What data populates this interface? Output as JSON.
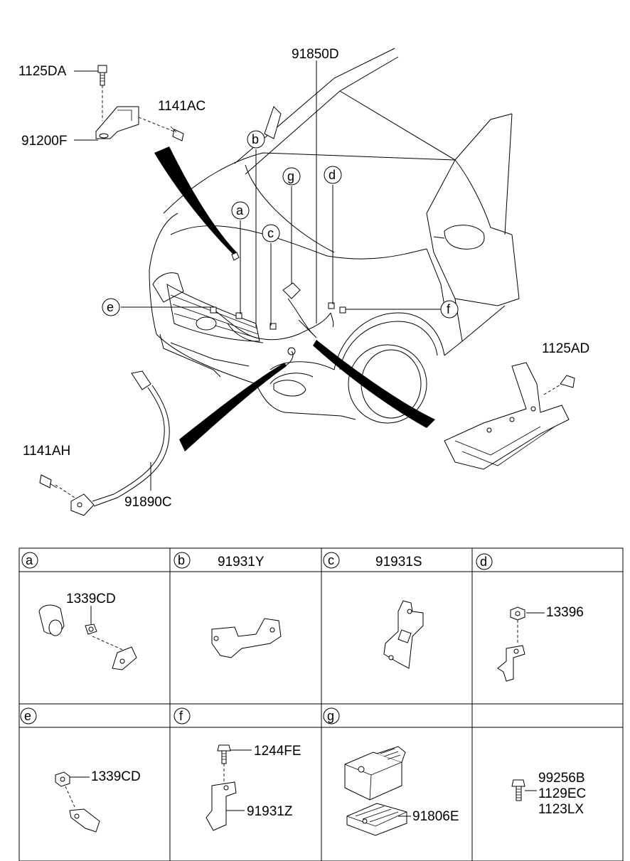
{
  "main_labels": {
    "p1125DA": "1125DA",
    "p1141AC": "1141AC",
    "p91200F": "91200F",
    "p91850D": "91850D",
    "p1125AD": "1125AD",
    "p1141AH": "1141AH",
    "p91890C": "91890C"
  },
  "callouts": [
    "a",
    "b",
    "c",
    "d",
    "e",
    "f",
    "g"
  ],
  "cells": [
    {
      "letter": "a",
      "title": "",
      "parts": [
        "1339CD"
      ]
    },
    {
      "letter": "b",
      "title": "91931Y",
      "parts": []
    },
    {
      "letter": "c",
      "title": "91931S",
      "parts": []
    },
    {
      "letter": "d",
      "title": "",
      "parts": [
        "13396"
      ]
    },
    {
      "letter": "e",
      "title": "",
      "parts": [
        "1339CD"
      ]
    },
    {
      "letter": "f",
      "title": "",
      "parts": [
        "1244FE",
        "91931Z"
      ]
    },
    {
      "letter": "g",
      "title": "",
      "parts": [
        "91806E"
      ]
    },
    {
      "letter": "",
      "title": "",
      "parts": [
        "99256B",
        "1129EC",
        "1123LX"
      ]
    }
  ]
}
